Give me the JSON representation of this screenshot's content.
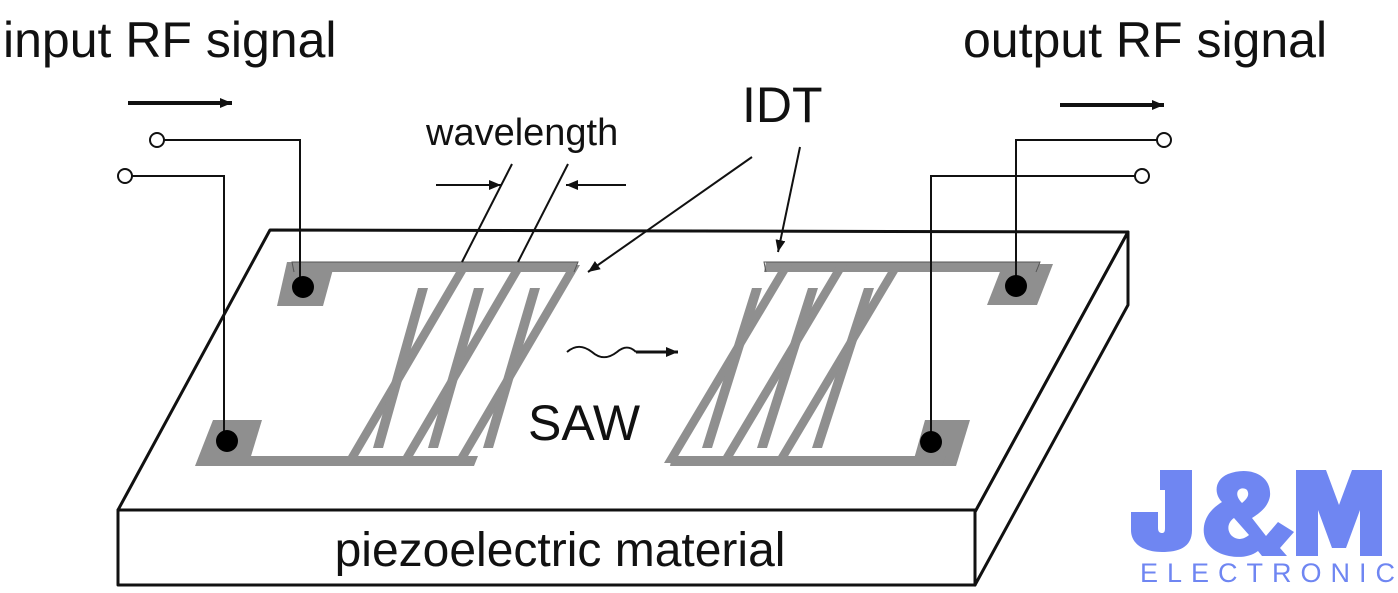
{
  "labels": {
    "input": "input RF signal",
    "output": "output RF signal",
    "wavelength": "wavelength",
    "idt": "IDT",
    "saw": "SAW",
    "substrate": "piezoelectric material"
  },
  "logo": {
    "mark": "J&M",
    "sub": "ELECTRONICS",
    "color": "#6f86f2"
  },
  "colors": {
    "electrode": "#8f8f8f",
    "line": "#111111"
  }
}
